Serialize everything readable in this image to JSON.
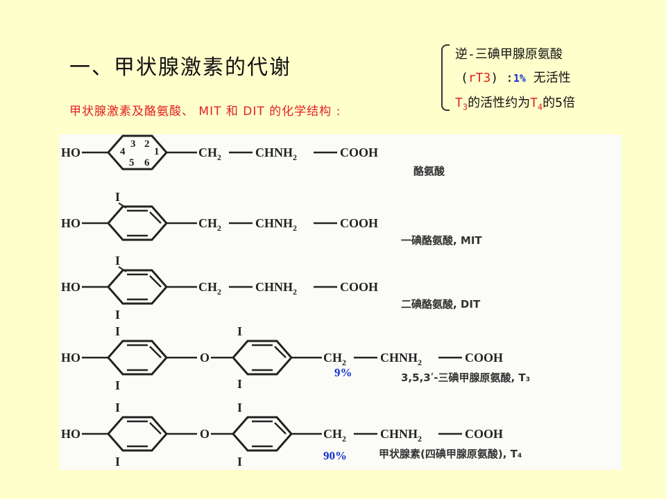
{
  "title": "一、甲状腺激素的代谢",
  "subtitle": "甲状腺激素及酪氨酸、 MIT 和 DIT 的化学结构 :",
  "note": {
    "line1": "逆-三碘甲腺原氨酸",
    "line2_open": "(",
    "line2_rt3": "rT3",
    "line2_close": ") :",
    "line2_pct": "1%",
    "line2_rest": " 无活性",
    "line3_t3": "T",
    "line3_t3_sub": "3",
    "line3_mid": "的活性约为",
    "line3_t4": "T",
    "line3_t4_sub": "4",
    "line3_end": "的5倍"
  },
  "structures": {
    "ho": "HO",
    "o": "O",
    "iodine": "I",
    "chain_ch2": "CH",
    "chain_ch2_sub": "2",
    "chain_dash": "—",
    "chain_chnh2": "CHNH",
    "chain_chnh2_sub": "2",
    "chain_cooh": "COOH",
    "ring_numbers": [
      "3",
      "2",
      "4",
      "1",
      "5",
      "6"
    ],
    "captions": {
      "tyrosine": "酪氨酸",
      "mit": "一碘酪氨酸, MIT",
      "dit": "二碘酪氨酸, DIT",
      "t3": "3,5,3ʹ-三碘甲腺原氨酸, T₃",
      "t4": "甲状腺素(四碘甲腺原氨酸), T₄"
    },
    "t3_pct": "9%",
    "t4_pct": "90%"
  }
}
